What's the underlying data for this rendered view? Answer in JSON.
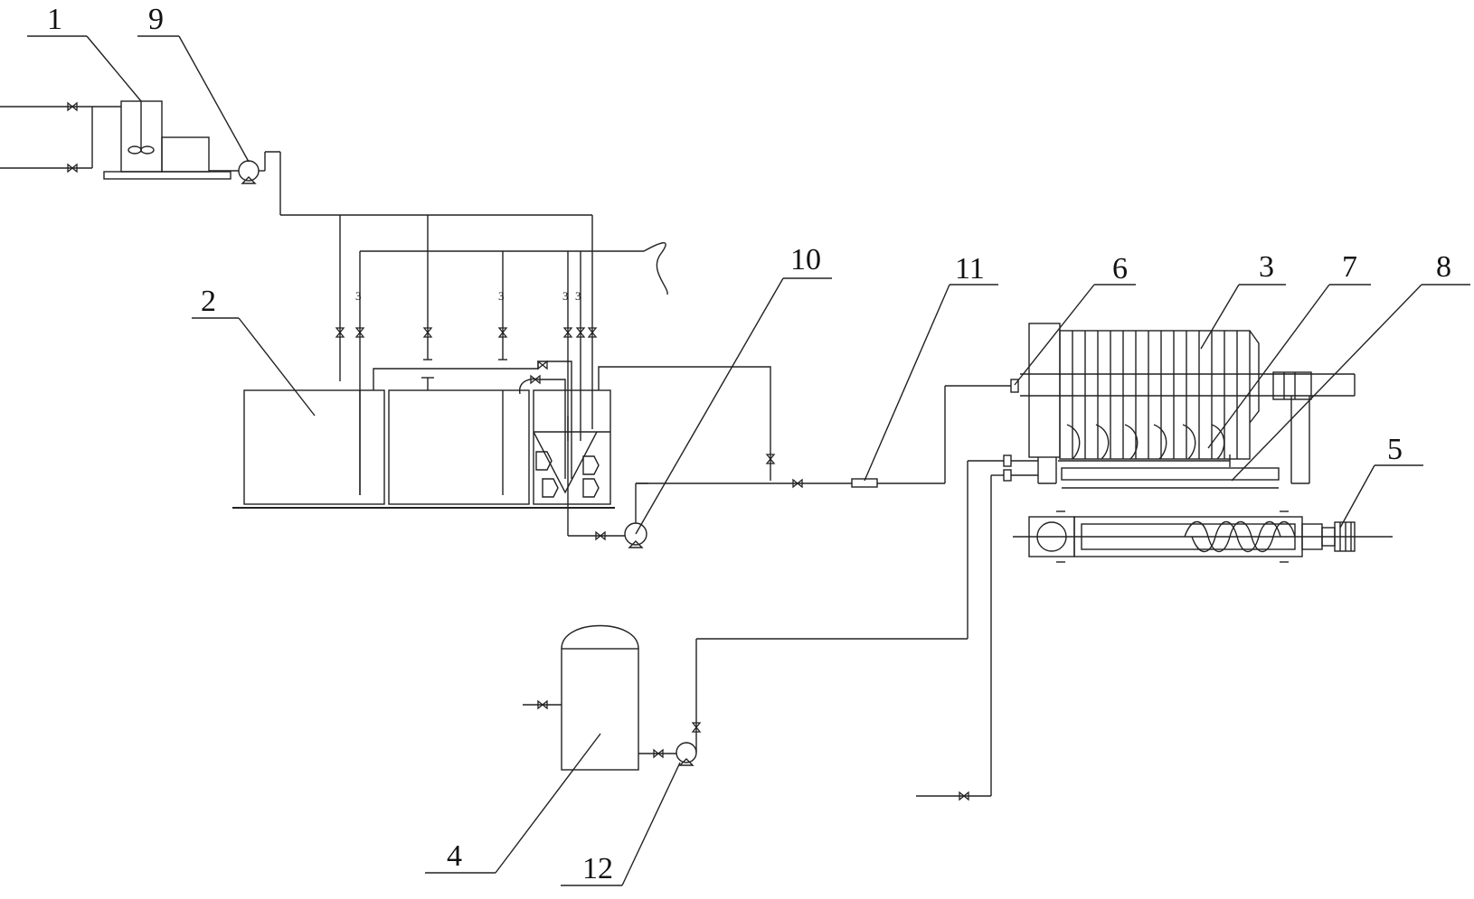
{
  "diagram": {
    "title": "",
    "callouts": [
      {
        "id": "c1",
        "label": "1",
        "component": "dosing-mixer-icon"
      },
      {
        "id": "c2",
        "label": "2",
        "component": "treatment-tank-icon"
      },
      {
        "id": "c3",
        "label": "3",
        "component": "filter-press-icon"
      },
      {
        "id": "c4",
        "label": "4",
        "component": "storage-tank-icon"
      },
      {
        "id": "c5",
        "label": "5",
        "component": "screw-conveyor-icon"
      },
      {
        "id": "c6",
        "label": "6",
        "component": "feed-inlet-icon"
      },
      {
        "id": "c7",
        "label": "7",
        "component": "drip-hooks-icon"
      },
      {
        "id": "c8",
        "label": "8",
        "component": "drip-tray-icon"
      },
      {
        "id": "c9",
        "label": "9",
        "component": "dosing-pump-icon"
      },
      {
        "id": "c10",
        "label": "10",
        "component": "feed-pump-icon"
      },
      {
        "id": "c11",
        "label": "11",
        "component": "flow-meter-icon"
      },
      {
        "id": "c12",
        "label": "12",
        "component": "washing-pump-icon"
      }
    ],
    "line_color": "#222222",
    "background": "#ffffff"
  }
}
